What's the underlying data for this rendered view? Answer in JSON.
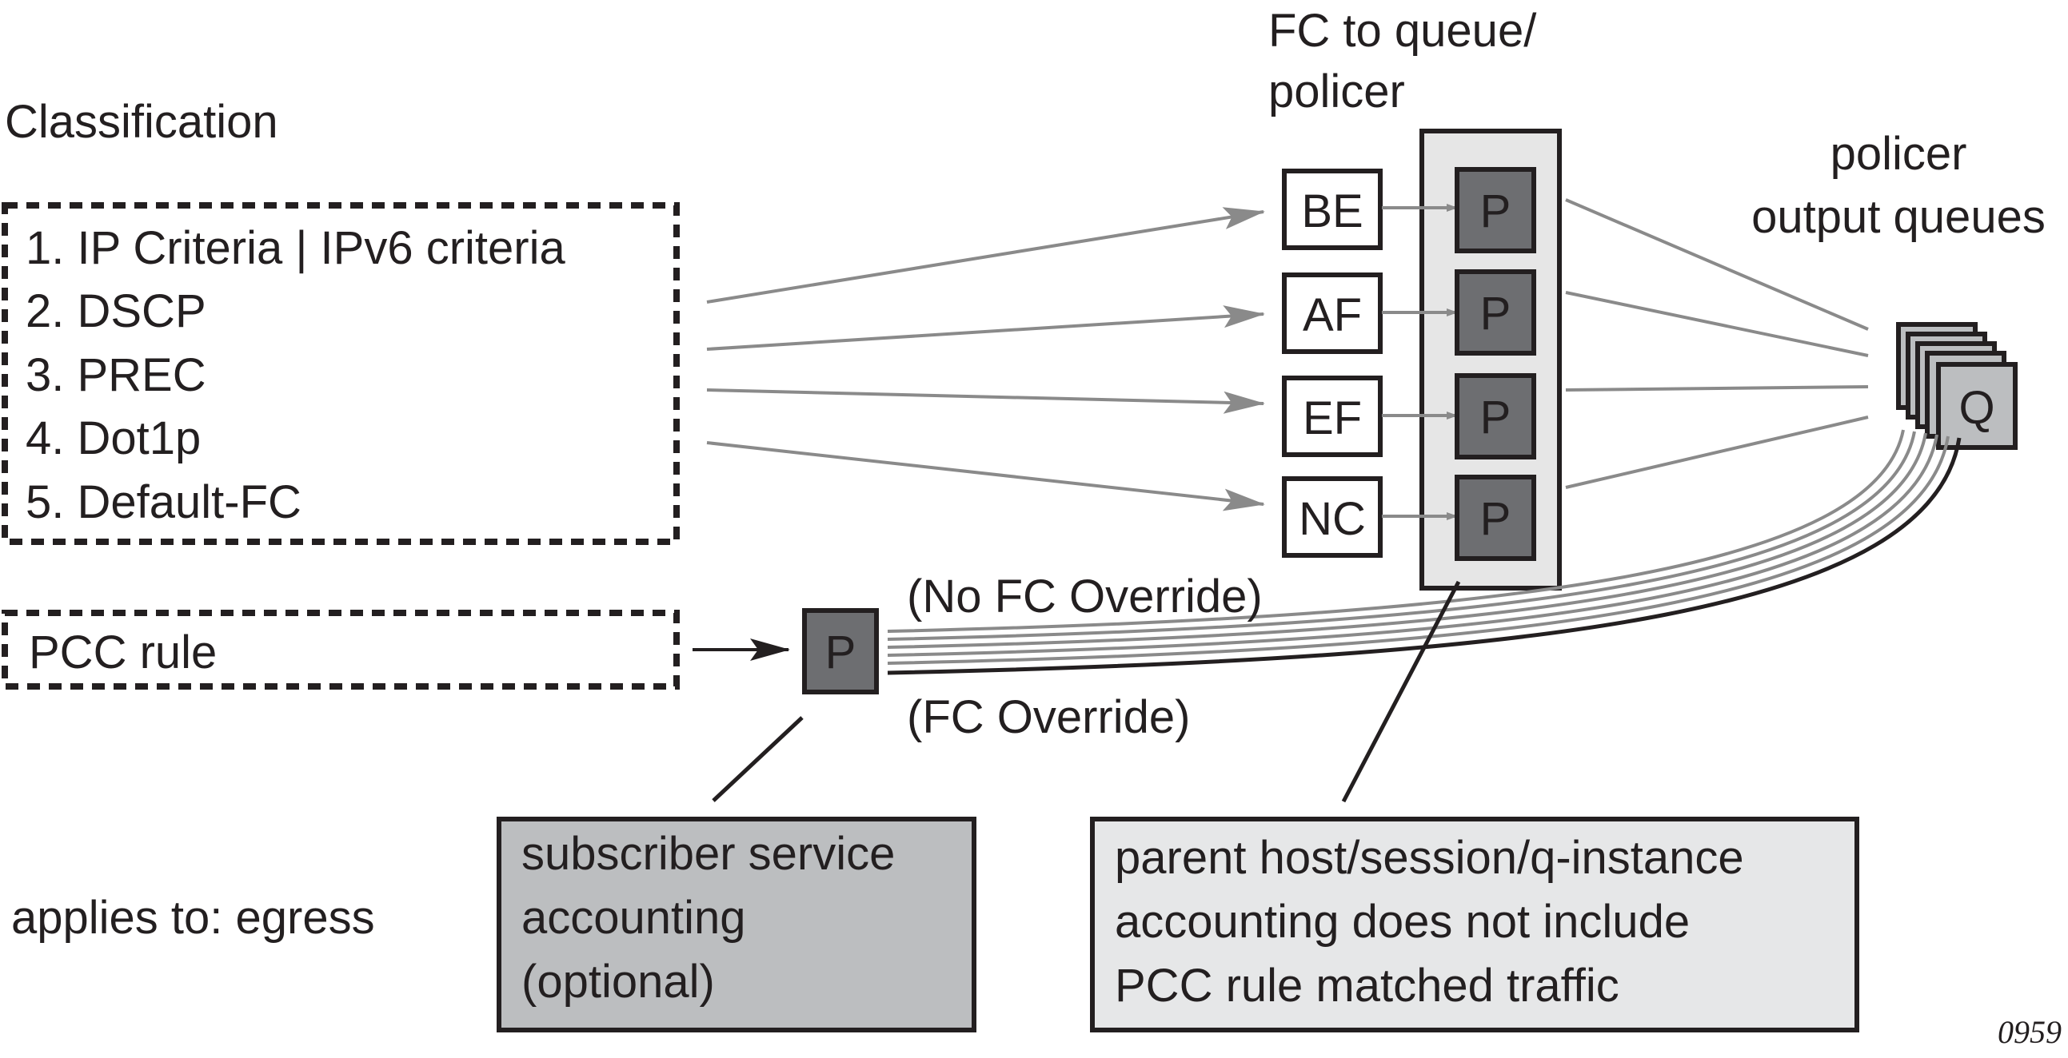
{
  "title": "Classification",
  "classification_list": [
    "1. IP Criteria | IPv6 criteria",
    "2. DSCP",
    "3. PREC",
    "4. Dot1p",
    "5. Default-FC"
  ],
  "pcc_rule_label": "PCC rule",
  "fc_header": [
    "FC to queue/",
    "policer"
  ],
  "forwarding_classes": [
    "BE",
    "AF",
    "EF",
    "NC"
  ],
  "policer_letter": "P",
  "queue_letter": "Q",
  "queues_header": [
    "policer",
    "output queues"
  ],
  "override_labels": {
    "no_override": "(No FC Override)",
    "override": "(FC Override)"
  },
  "applies_to": "applies to: egress",
  "subscriber_note": [
    "subscriber service",
    "accounting",
    "(optional)"
  ],
  "parent_note": [
    "parent host/session/q-instance",
    "accounting does not include",
    "PCC rule matched traffic"
  ],
  "figure_number": "0959",
  "colors": {
    "ink": "#231f20",
    "arrow_gray": "#8a8a8a",
    "policer_fill": "#6d6e71",
    "panel_fill": "#e6e6e6",
    "note_dark_fill": "#bcbec0",
    "note_light_fill": "#e6e7e8"
  }
}
